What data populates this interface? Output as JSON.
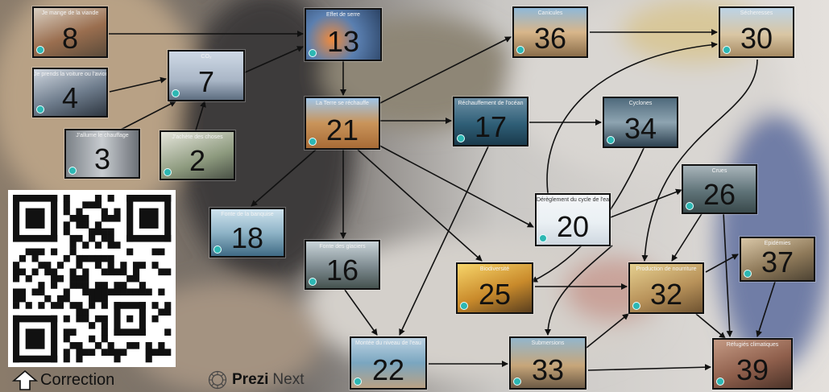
{
  "colors": {
    "edge": "#111111",
    "qr_dark": "#111111",
    "qr_light": "#ffffff"
  },
  "nodes": {
    "n8": {
      "number": "8",
      "title": "Je mange de la viande"
    },
    "n4": {
      "number": "4",
      "title": "Je prends la voiture ou l'avion"
    },
    "n3": {
      "number": "3",
      "title": "J'allume le chauffage"
    },
    "n7": {
      "number": "7",
      "title": "CO₂"
    },
    "n2": {
      "number": "2",
      "title": "J'achète des choses"
    },
    "n13": {
      "number": "13",
      "title": "Effet de serre"
    },
    "n21": {
      "number": "21",
      "title": "La Terre se réchauffe"
    },
    "n18": {
      "number": "18",
      "title": "Fonte de la banquise"
    },
    "n16": {
      "number": "16",
      "title": "Fonte des glaciers"
    },
    "n17": {
      "number": "17",
      "title": "Réchauffement de l'océan"
    },
    "n34": {
      "number": "34",
      "title": "Cyclones"
    },
    "n36": {
      "number": "36",
      "title": "Canicules"
    },
    "n30": {
      "number": "30",
      "title": "Sécheresses"
    },
    "n20": {
      "number": "20",
      "title": "Dérèglement du cycle de l'eau"
    },
    "n26": {
      "number": "26",
      "title": "Crues"
    },
    "n25": {
      "number": "25",
      "title": "Biodiversité"
    },
    "n32": {
      "number": "32",
      "title": "Production de nourriture"
    },
    "n37": {
      "number": "37",
      "title": "Epidémies"
    },
    "n22": {
      "number": "22",
      "title": "Montée du niveau de l'eau"
    },
    "n33": {
      "number": "33",
      "title": "Submersions"
    },
    "n39": {
      "number": "39",
      "title": "Réfugiés climatiques"
    }
  },
  "footer": {
    "correction_label": "Correction",
    "prezi_brand": "Prezi",
    "prezi_product": "Next"
  }
}
